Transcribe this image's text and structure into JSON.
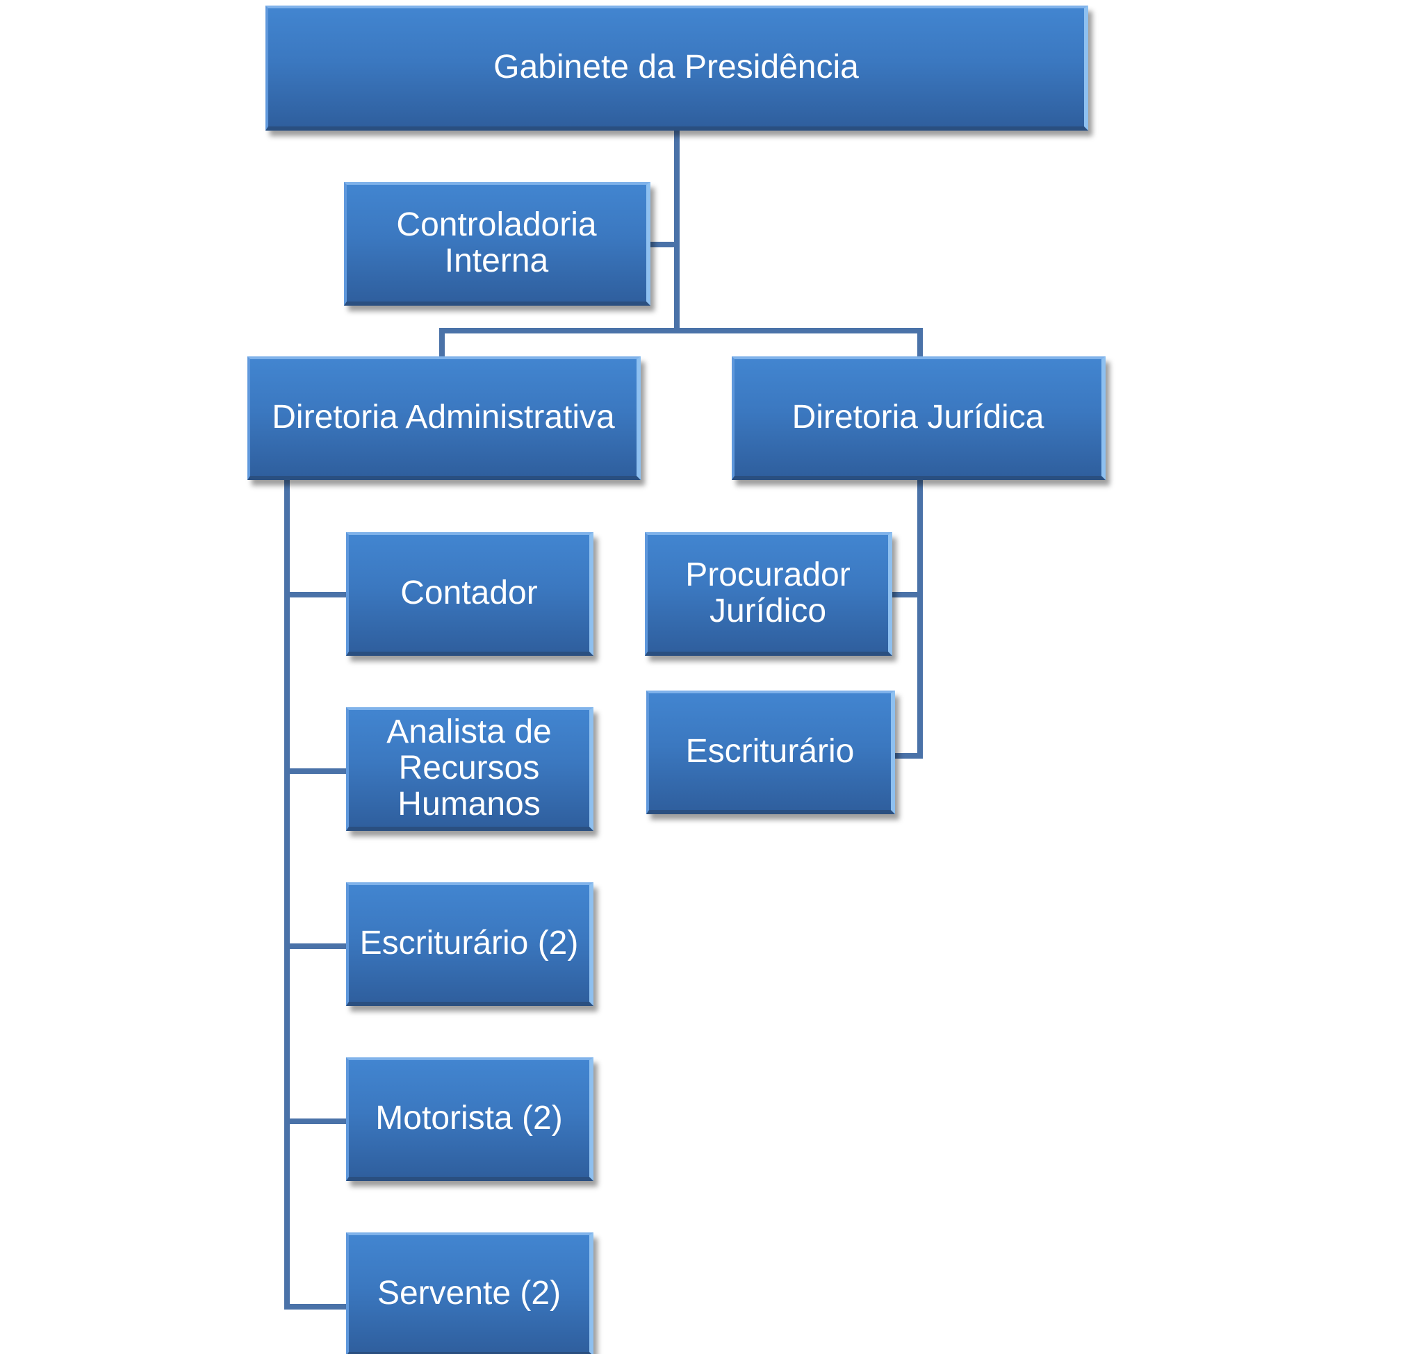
{
  "org_chart": {
    "top": "Gabinete da Presidência",
    "staff": "Controladoria\nInterna",
    "directorates": [
      {
        "title": "Diretoria Administrativa",
        "units": [
          "Contador",
          "Analista de\nRecursos\nHumanos",
          "Escriturário (2)",
          "Motorista (2)",
          "Servente (2)"
        ]
      },
      {
        "title": "Diretoria Jurídica",
        "units": [
          "Procurador\nJurídico",
          "Escriturário"
        ]
      }
    ]
  },
  "colors": {
    "box_fill": "#3b78c0",
    "connector": "#4a72a8",
    "text": "#ffffff"
  }
}
